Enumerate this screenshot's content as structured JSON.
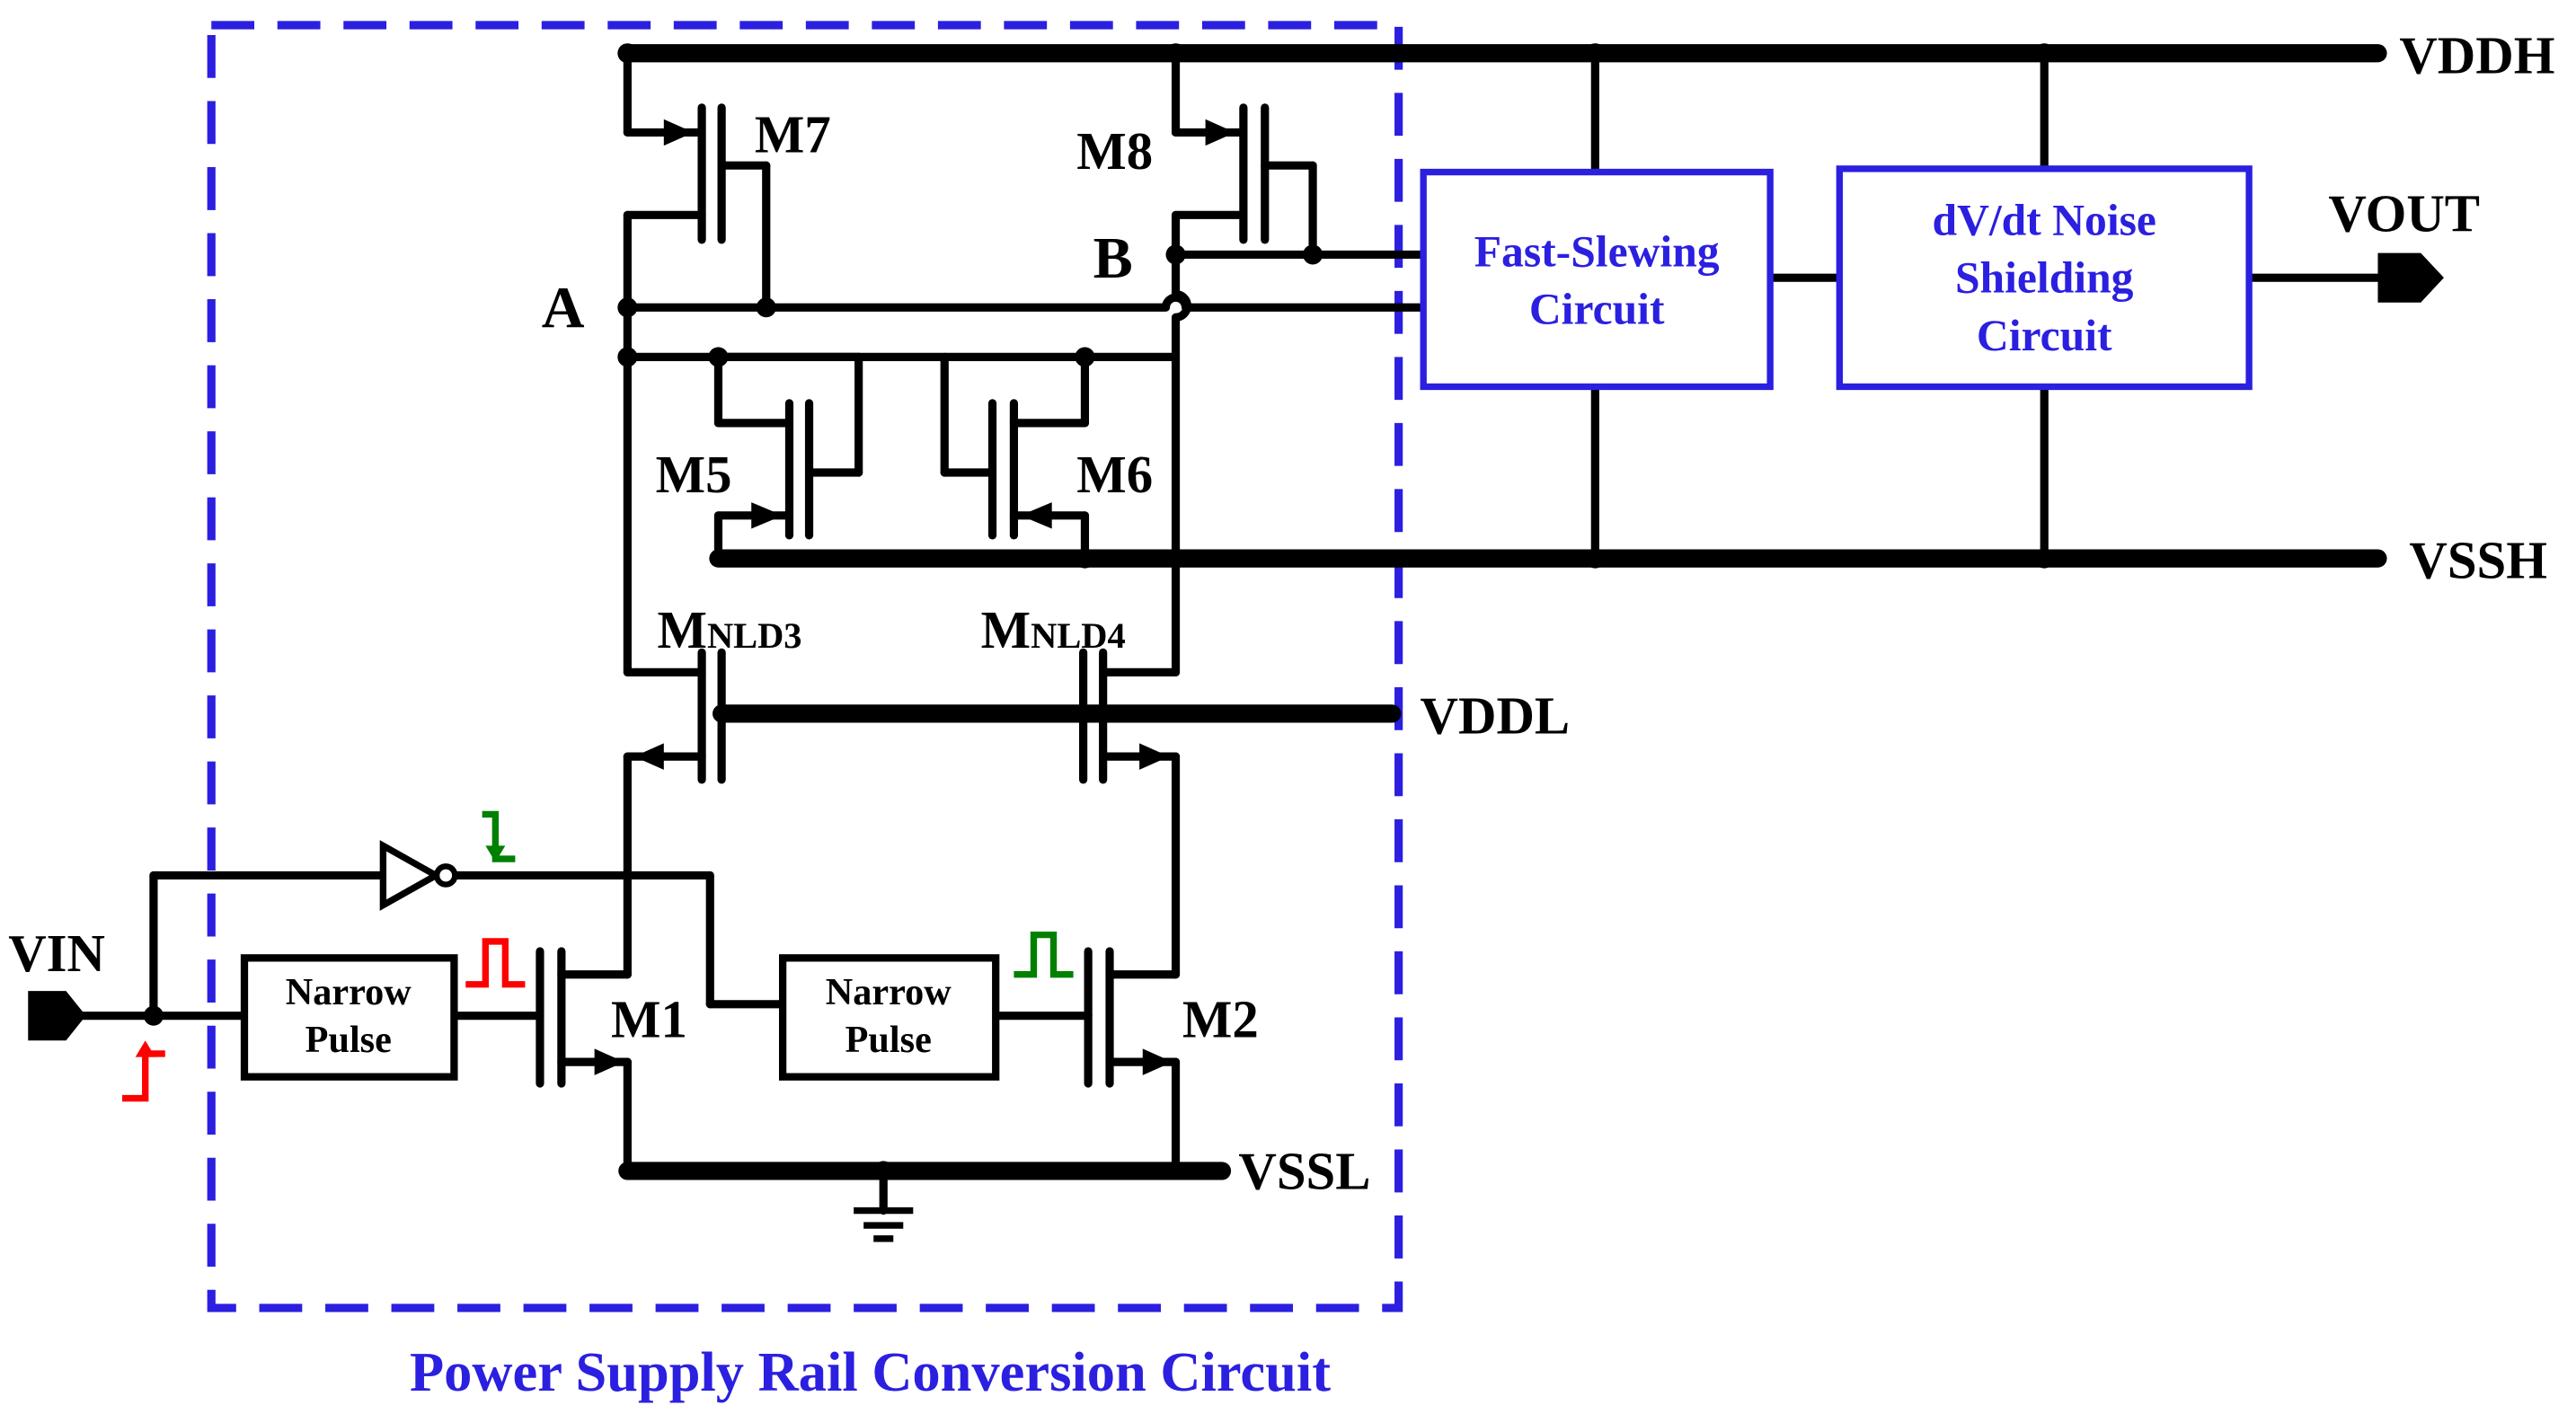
{
  "colors": {
    "wire": "#000000",
    "block_border": "#2b1fe0",
    "block_text": "#2b1fe0",
    "dashed_box": "#2b1fe0",
    "vin_edge": "#ff0000",
    "inv_edge": "#008000"
  },
  "rails": {
    "vddh": "VDDH",
    "vssh": "VSSH",
    "vddl": "VDDL",
    "vssl": "VSSL"
  },
  "io": {
    "vin": "VIN",
    "vout": "VOUT"
  },
  "nodes": {
    "a": "A",
    "b": "B"
  },
  "transistors": {
    "m7": "M7",
    "m8": "M8",
    "m5": "M5",
    "m6": "M6",
    "m1": "M1",
    "m2": "M2",
    "mnld3_main": "M",
    "mnld3_sub": "NLD3",
    "mnld4_main": "M",
    "mnld4_sub": "NLD4"
  },
  "blocks": {
    "fast_slewing": [
      "Fast-Slewing",
      "Circuit"
    ],
    "dvdt": [
      "dV/dt Noise",
      "Shielding",
      "Circuit"
    ],
    "narrow_pulse_1": [
      "Narrow",
      "Pulse"
    ],
    "narrow_pulse_2": [
      "Narrow",
      "Pulse"
    ]
  },
  "region_title": "Power Supply Rail Conversion Circuit",
  "icons": [
    "inverter-icon",
    "ground-icon",
    "rising-edge-icon",
    "falling-edge-icon",
    "pulse-icon",
    "input-port-icon",
    "output-port-icon"
  ]
}
